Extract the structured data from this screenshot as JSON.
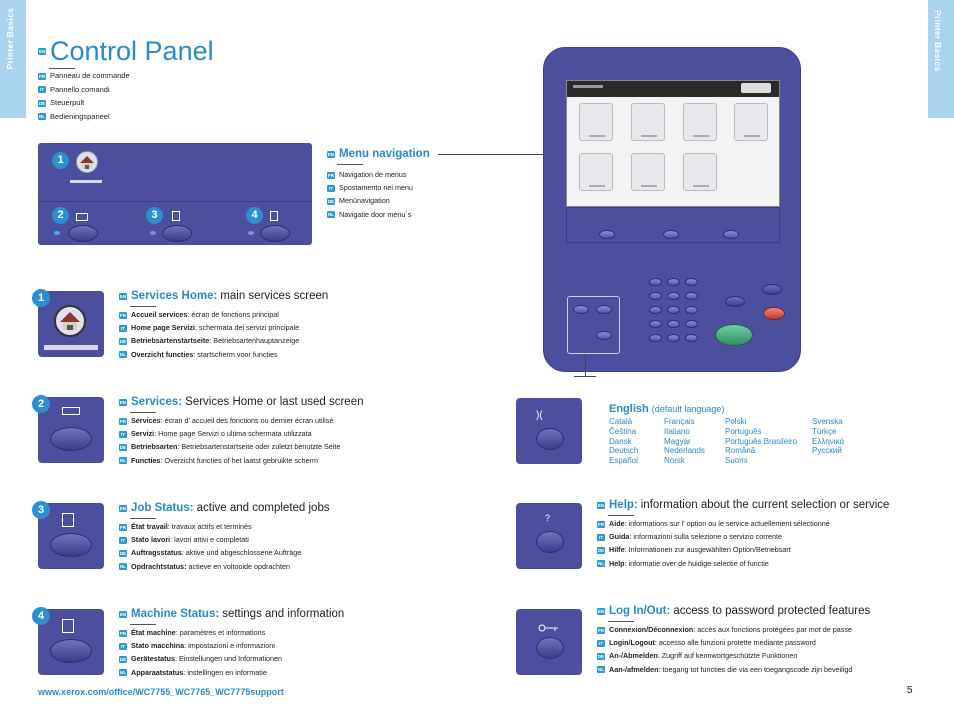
{
  "side_tab": {
    "label": "Printer Basics"
  },
  "header": {
    "lang_en": "EN",
    "title": "Control Panel",
    "translations": [
      {
        "lang": "FR",
        "text": "Panneau de commande"
      },
      {
        "lang": "IT",
        "text": "Pannello comandi"
      },
      {
        "lang": "DE",
        "text": "Steuerpult"
      },
      {
        "lang": "NL",
        "text": "Bedieningspaneel"
      }
    ]
  },
  "panel_numbers": [
    "1",
    "2",
    "3",
    "4"
  ],
  "menu_navigation": {
    "title": "Menu navigation",
    "items": [
      {
        "lang": "FR",
        "text": "Navigation de menus"
      },
      {
        "lang": "IT",
        "text": "Spostamento nei menu"
      },
      {
        "lang": "DE",
        "text": "Menünavigation"
      },
      {
        "lang": "NL",
        "text": "Navigatie door menu´s"
      }
    ]
  },
  "sections_left": [
    {
      "num": "1",
      "title": "Services Home:",
      "desc": "main services screen",
      "items": [
        {
          "lang": "FR",
          "term": "Accueil services",
          "text": ": écran de fonctions principal"
        },
        {
          "lang": "IT",
          "term": "Home page Servizi",
          "text": ": schermata dei servizi principale"
        },
        {
          "lang": "DE",
          "term": "Betriebsartenstartseite",
          "text": ": Betriebsartenhauptanzeige"
        },
        {
          "lang": "NL",
          "term": "Overzicht functies",
          "text": ": startscherm voor functies"
        }
      ]
    },
    {
      "num": "2",
      "title": "Services:",
      "desc": "Services Home or last used screen",
      "items": [
        {
          "lang": "FR",
          "term": "Services",
          "text": ": écran d' accueil des fonctions ou dernier écran utilisé"
        },
        {
          "lang": "IT",
          "term": "Servizi",
          "text": ": Home page Servizi o ultima schermata utilizzata"
        },
        {
          "lang": "DE",
          "term": "Betriebsarten",
          "text": ": Betriebsartenstartseite oder zuletzt benutzte Seite"
        },
        {
          "lang": "NL",
          "term": "Functies",
          "text": ": Overzicht functies of het laatst gebruikte scherm"
        }
      ]
    },
    {
      "num": "3",
      "title": "Job Status:",
      "desc": "active and completed jobs",
      "items": [
        {
          "lang": "FR",
          "term": "État travail",
          "text": ": travaux actifs et terminés"
        },
        {
          "lang": "IT",
          "term": "Stato lavori",
          "text": ": lavori attivi e completati"
        },
        {
          "lang": "DE",
          "term": "Auftragsstatus",
          "text": ": aktive und abgeschlossene Aufträge"
        },
        {
          "lang": "NL",
          "term": "Opdrachtstatus:",
          "text": " actieve en voltooide opdrachten"
        }
      ]
    },
    {
      "num": "4",
      "title": "Machine Status:",
      "desc": "settings and information",
      "items": [
        {
          "lang": "FR",
          "term": "État machine",
          "text": ": paramètres et informations"
        },
        {
          "lang": "IT",
          "term": "Stato macchina",
          "text": ": impostazioni e informazioni"
        },
        {
          "lang": "DE",
          "term": "Gerätestatus",
          "text": ": Einstellungen und Informationen"
        },
        {
          "lang": "NL",
          "term": "Apparaatstatus",
          "text": ": instellingen en informatie"
        }
      ]
    }
  ],
  "english": {
    "title": "English",
    "subtitle": "(default language)",
    "columns": [
      [
        "Català",
        "Čeština",
        "Dansk",
        "Deutsch",
        "Español"
      ],
      [
        "Français",
        "Italiano",
        "Magyar",
        "Nederlands",
        "Norsk"
      ],
      [
        "Polski",
        "Português",
        "Português Brasileiro",
        "Română",
        "Suomi"
      ],
      [
        "Svenska",
        "Türkçe",
        "Ελληνικά",
        "Русский"
      ]
    ]
  },
  "help": {
    "title": "Help:",
    "desc": "information about the current selection or service",
    "items": [
      {
        "lang": "FR",
        "term": "Aide",
        "text": ": informations sur l' option ou le service actuellement sélectionné"
      },
      {
        "lang": "IT",
        "term": "Guida",
        "text": ": informazioni sulla selezione o servizio corrente"
      },
      {
        "lang": "DE",
        "term": "Hilfe",
        "text": ": Informationen zur ausgewählten Option/Betriebsart"
      },
      {
        "lang": "NL",
        "term": "Help",
        "text": ": informatie over de huidige selectie of functie"
      }
    ]
  },
  "login": {
    "title": "Log In/Out:",
    "desc": "access to password protected features",
    "items": [
      {
        "lang": "FR",
        "term": "Connexion/Déconnexion",
        "text": ": accès aux fonctions protégées par mot de passe"
      },
      {
        "lang": "IT",
        "term": "Login/Logout",
        "text": ": accesso alle funzioni protette mediante password"
      },
      {
        "lang": "DE",
        "term": "An-/Abmelden",
        "text": ": Zugriff auf kennwortgeschützte Funktionen"
      },
      {
        "lang": "NL",
        "term": "Aan-/afmelden",
        "text": ": toegang tot functies die via een toegangscode zijn beveiligd"
      }
    ]
  },
  "footer": {
    "url": "www.xerox.com/office/WC7755_WC7765_WC7775support",
    "page": "5"
  },
  "colors": {
    "accent": "#2a89c9",
    "panel": "#4b4f9e",
    "tab": "#a9d3ee"
  }
}
